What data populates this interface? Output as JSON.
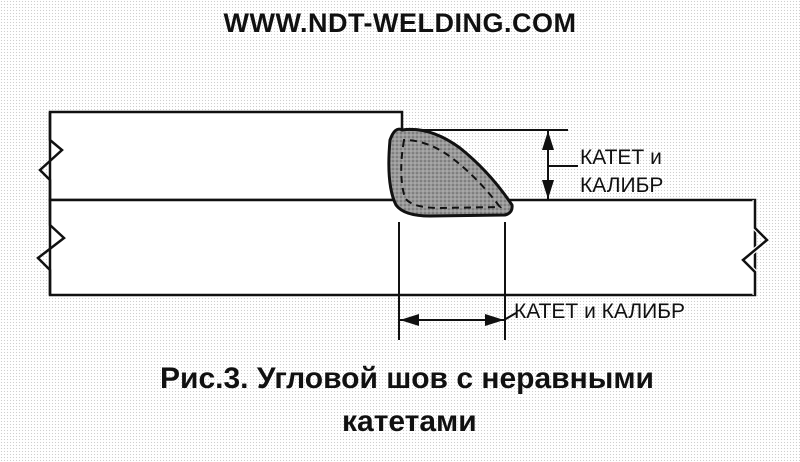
{
  "header": {
    "site_url": "WWW.NDT-WELDING.COM"
  },
  "labels": {
    "vertical_leg_line1": "КАТЕТ и",
    "vertical_leg_line2": "КАЛИБР",
    "horizontal_leg": "КАТЕТ и КАЛИБР"
  },
  "caption": {
    "line1": "Рис.3. Угловой шов с неравными",
    "line2": "катетами"
  },
  "colors": {
    "line": "#111111",
    "weld_fill": "#8c8c8c",
    "plate_fill": "#ffffff"
  }
}
